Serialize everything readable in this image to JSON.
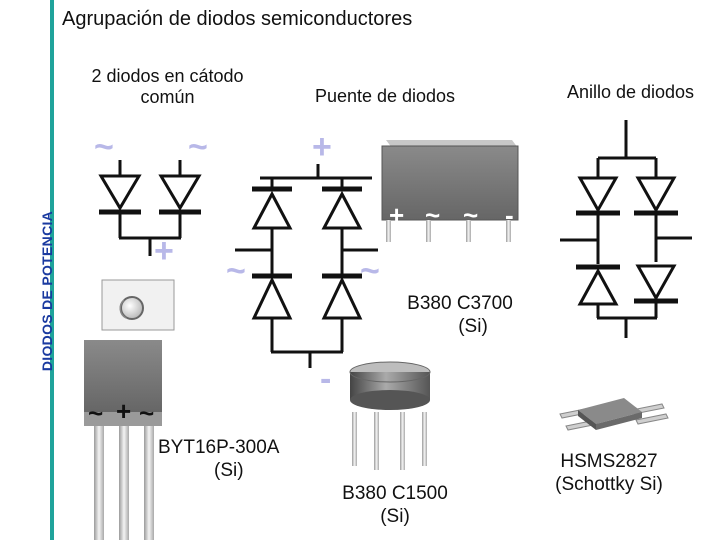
{
  "title": "Agrupación de diodos semiconductores",
  "side_label": "DIODOS DE POTENCIA",
  "sections": {
    "common_cathode": {
      "line1": "2 diodos en cátodo",
      "line2": "común"
    },
    "bridge": {
      "label": "Puente de diodos"
    },
    "ring": {
      "label": "Anillo de diodos"
    }
  },
  "symbols": {
    "ac": "~",
    "plus": "+",
    "minus": "-"
  },
  "parts": {
    "byt": {
      "line1": "BYT16P-300A",
      "line2": "(Si)"
    },
    "b380_c1500": {
      "line1": "B380 C1500",
      "line2": "(Si)"
    },
    "b380_c3700": {
      "line1": "B380 C3700",
      "line2": "(Si)"
    },
    "hsms": {
      "line1": "HSMS2827",
      "line2": "(Schottky Si)"
    }
  },
  "colors": {
    "accent_bar": "#1fa39b",
    "side_label": "#1a3aa0",
    "terminal_symbols": "#b8b8e8",
    "package_gray": "#7a7a7a"
  }
}
